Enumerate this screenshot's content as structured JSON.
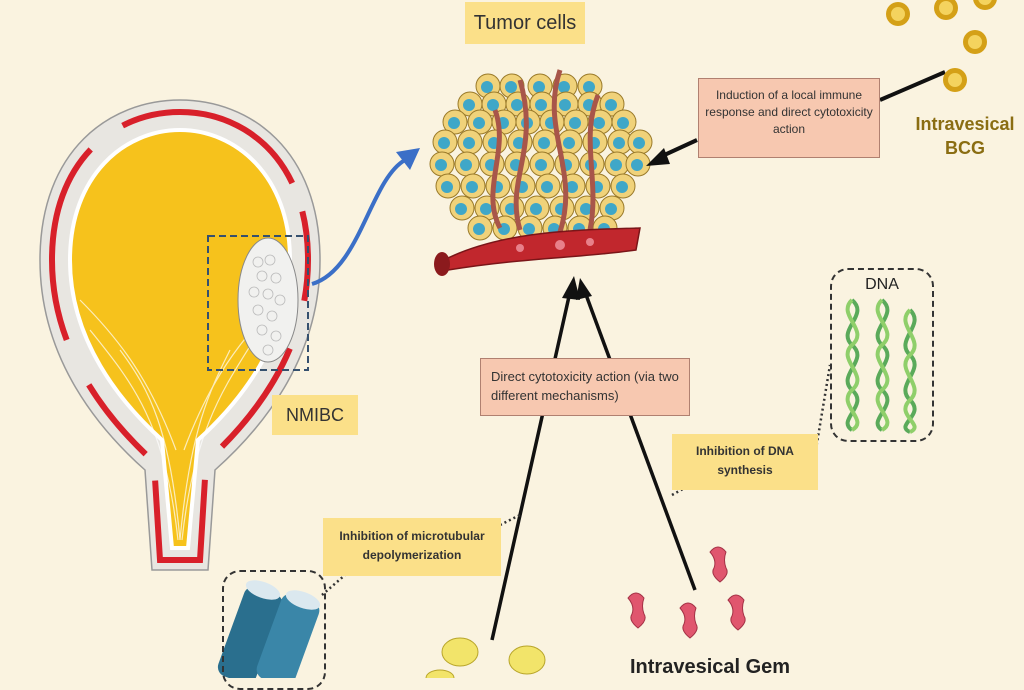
{
  "labels": {
    "tumor_cells": "Tumor cells",
    "nmibc": "NMIBC",
    "intravesical_bcg": "Intravesical\nBCG",
    "dna": "DNA",
    "immune_response": "Induction of a local immune response and direct cytotoxicity action",
    "direct_cytotoxicity": "Direct cytotoxicity action (via two different mechanisms)",
    "inhibit_dna": "Inhibition of DNA synthesis",
    "inhibit_microtubular": "Inhibition of microtubular depolymerization",
    "intravesical_gem": "Intravesical Gem"
  },
  "colors": {
    "background": "#faf3e0",
    "label_yellow": "#fbe089",
    "box_pink": "#f7c8b0",
    "bladder_fill": "#f6c21c",
    "bladder_wall_red": "#d8202a",
    "cell_fill": "#f0d27a",
    "cell_nucleus": "#3fa7c8",
    "bcg_gold": "#d4a017",
    "arrow_blue": "#3b6fc7",
    "gem_pink": "#e0566e",
    "drug_yellow": "#f2e46a",
    "dna_green": "#5aaa5a"
  }
}
